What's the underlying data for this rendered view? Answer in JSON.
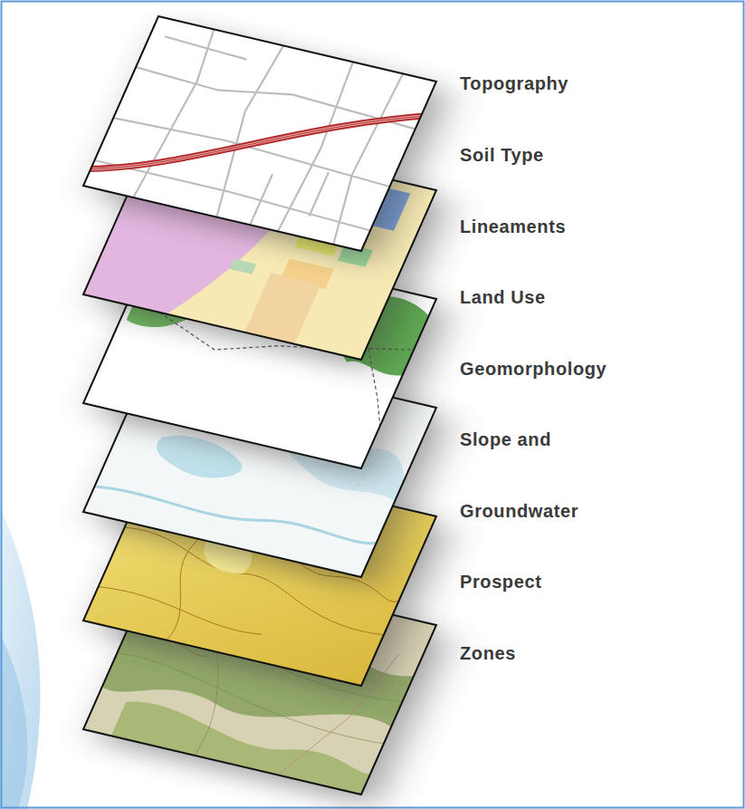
{
  "diagram": {
    "labels": [
      "Topography",
      "Soil Type",
      "Lineaments",
      "Land Use",
      "Geomorphology",
      "Slope and",
      "Groundwater",
      "Prospect",
      "Zones"
    ]
  }
}
